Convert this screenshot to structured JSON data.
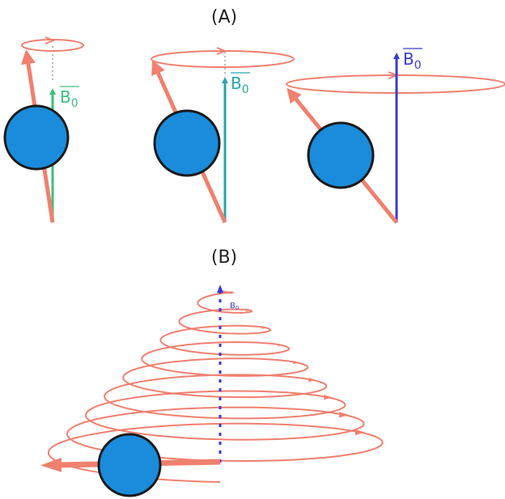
{
  "panels": {
    "a": {
      "label": "(A)"
    },
    "b": {
      "label": "(B)"
    }
  },
  "field": {
    "symbol": "B",
    "subscript": "0"
  },
  "colors": {
    "spin_vector": "#F08070",
    "precession_path": "#F08070",
    "particle_fill": "#1A8CDB",
    "particle_stroke": "#1A1A1A",
    "field_green": "#3CC07A",
    "field_teal": "#2AA6A6",
    "field_blue": "#3A3AD6",
    "axis_dotted_grey": "#BBBBBB",
    "axis_dotted_blue": "#3A3AD6"
  },
  "icons": [
    "spinning-particle-icon",
    "field-arrow-icon",
    "precession-orbit-icon"
  ]
}
